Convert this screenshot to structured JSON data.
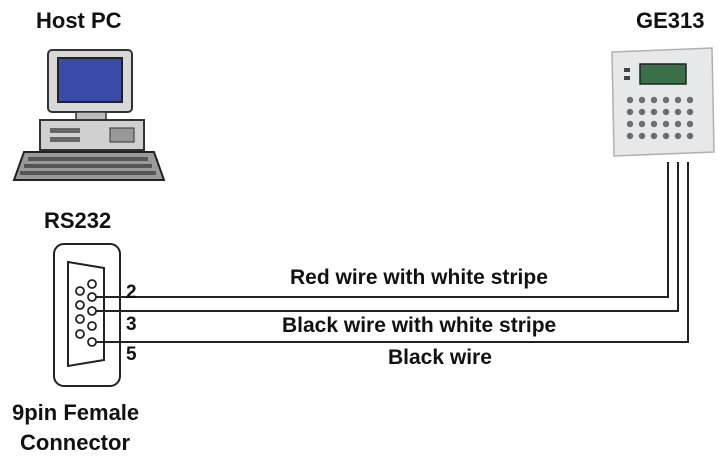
{
  "host": {
    "title": "Host PC",
    "icon": "desktop-computer-icon"
  },
  "device": {
    "title": "GE313",
    "icon": "keypad-controller-icon"
  },
  "port": {
    "title": "RS232",
    "icon": "db9-connector-icon"
  },
  "connector": {
    "line1": "9pin Female",
    "line2": "Connector"
  },
  "pins": [
    "2",
    "3",
    "5"
  ],
  "wires": [
    {
      "label": "Red wire with white stripe"
    },
    {
      "label": "Black wire with white stripe"
    },
    {
      "label": "Black wire"
    }
  ],
  "colors": {
    "wire": "#222222",
    "device_body": "#e6e8ea",
    "screen": "#3a6f4a",
    "monitor_screen": "#3a4aa8"
  }
}
